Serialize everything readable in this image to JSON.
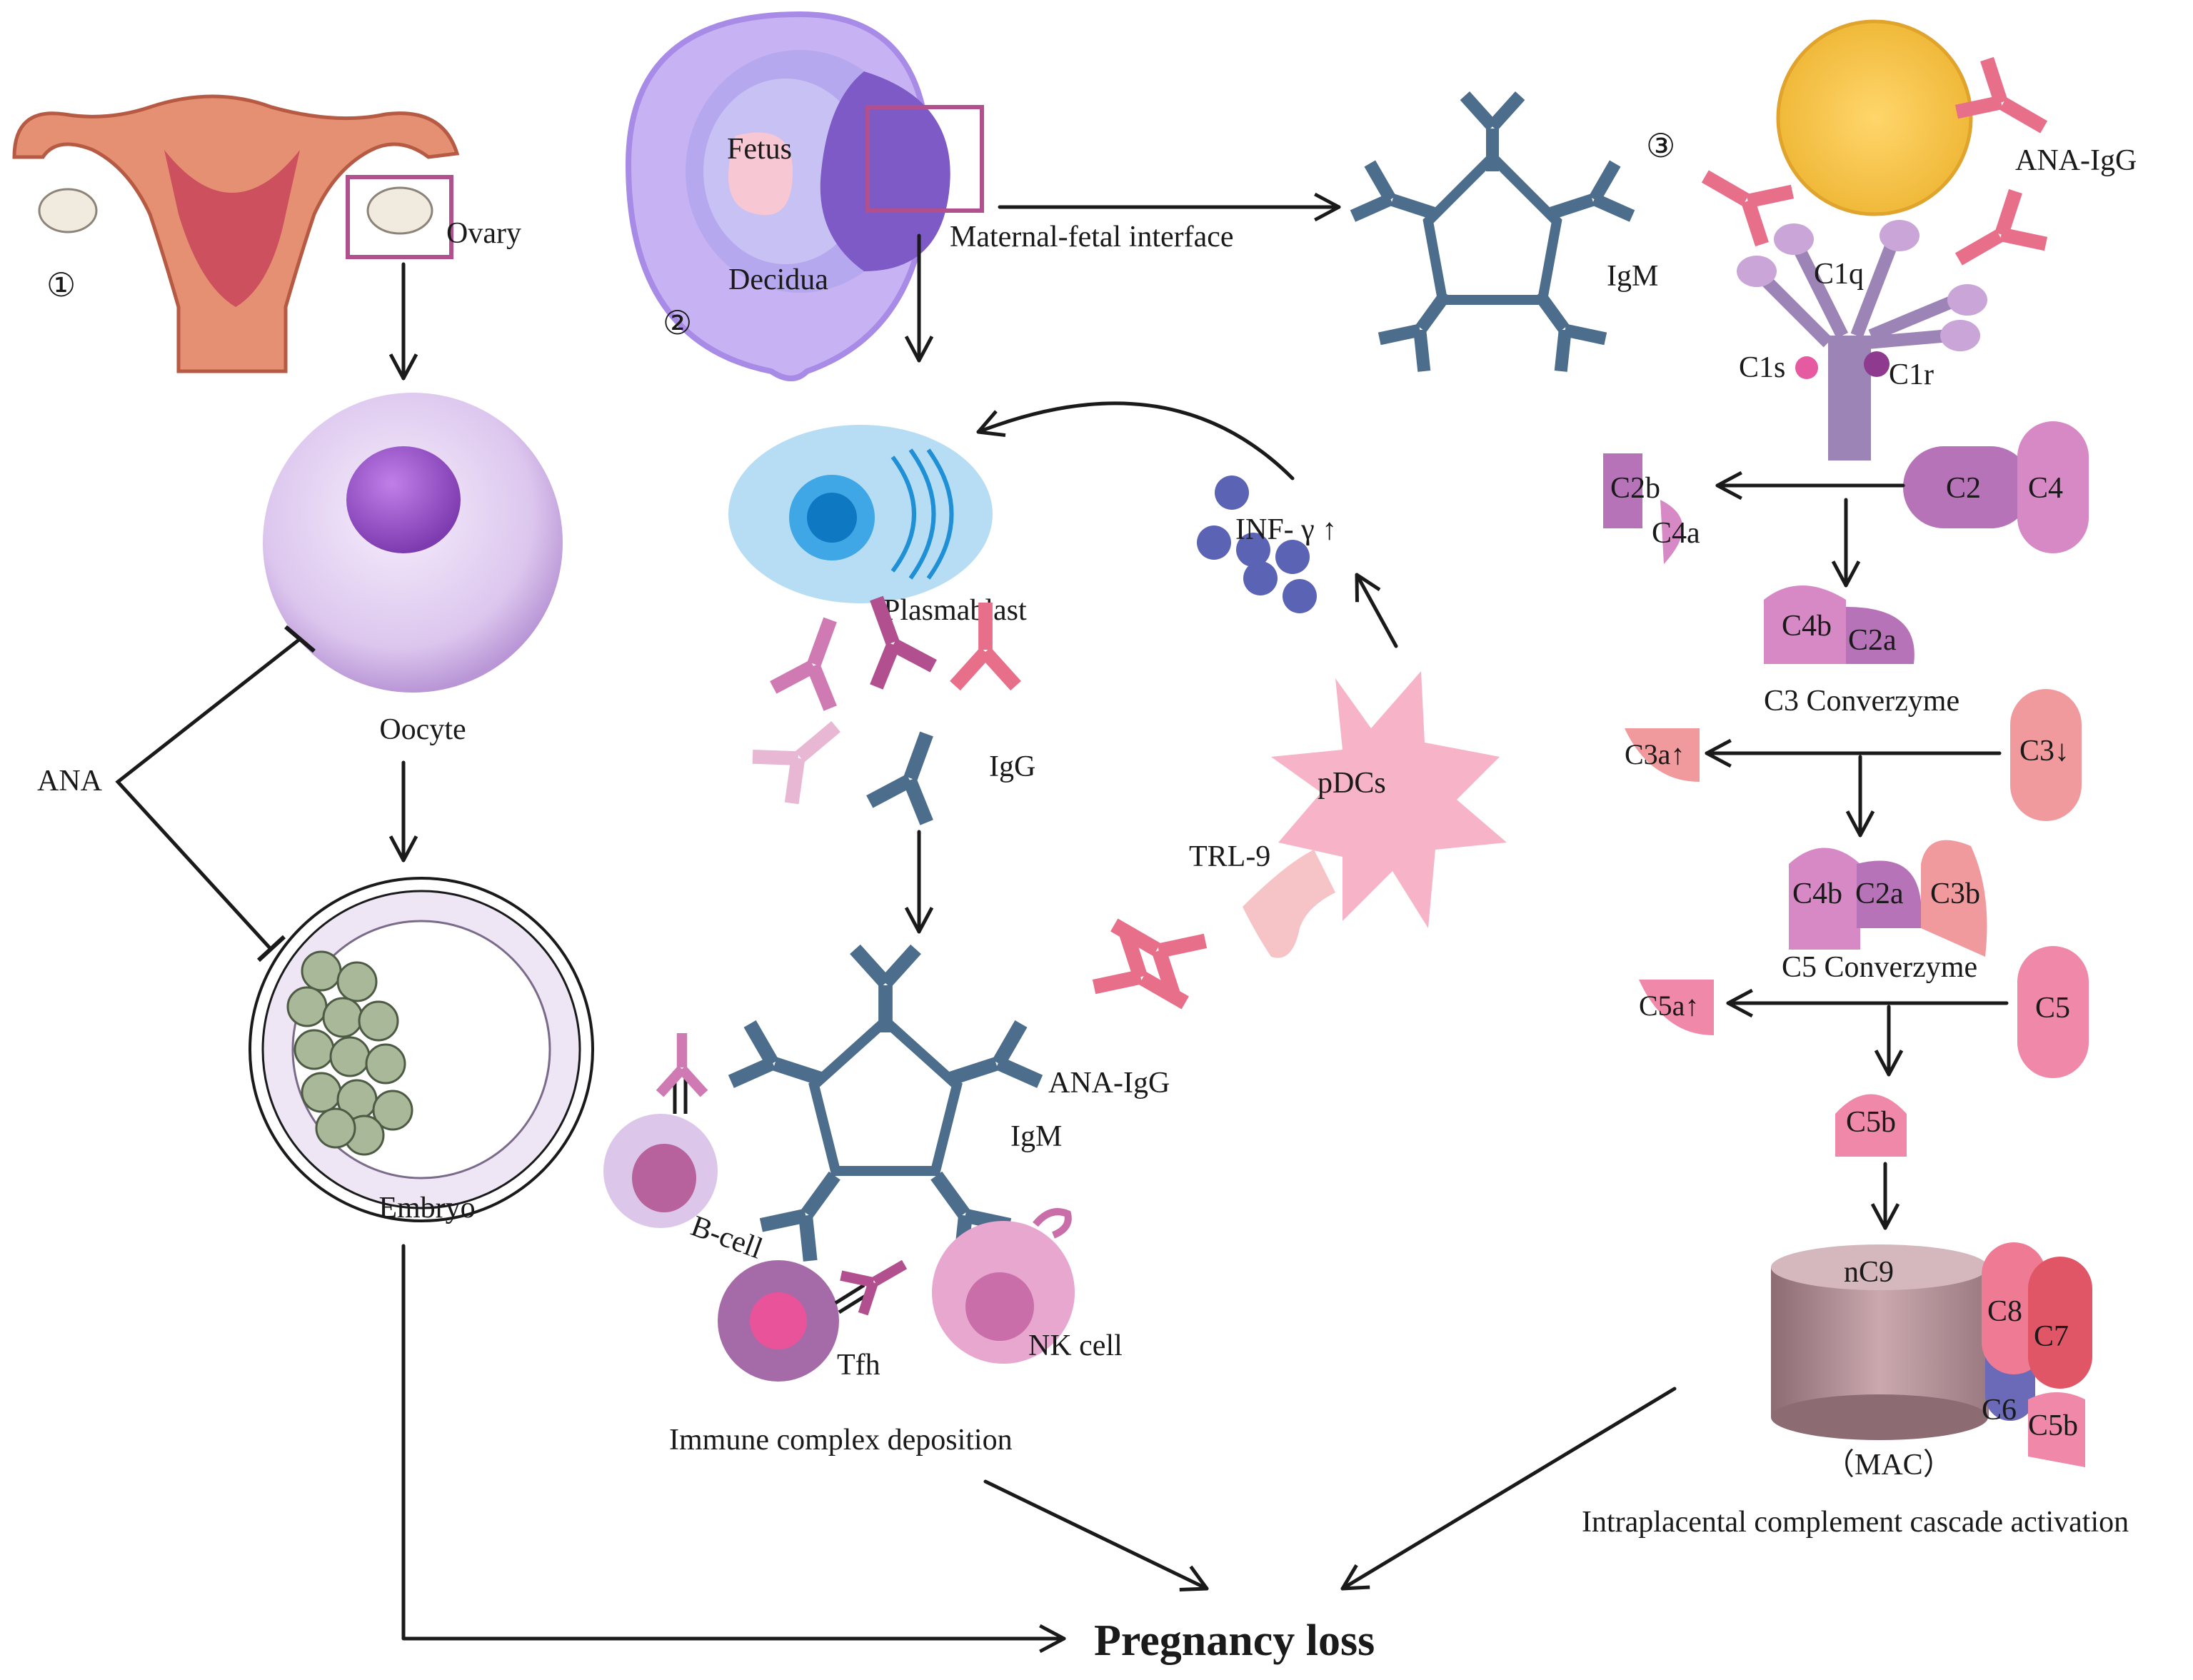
{
  "panels": {
    "p1": {
      "marker": "①",
      "ovary": "Ovary",
      "oocyte": "Oocyte",
      "ana": "ANA",
      "embryo": "Embryo"
    },
    "p2": {
      "marker": "②",
      "fetus": "Fetus",
      "decidua": "Decidua",
      "interface": "Maternal-fetal interface",
      "plasmablast": "Plasmablast",
      "igg": "IgG",
      "igm": "IgM",
      "ana_igg": "ANA-IgG",
      "b_cell": "B-cell",
      "tfh": "Tfh",
      "nk_cell": "NK cell",
      "trl9": "TRL-9",
      "pdcs": "pDCs",
      "inf": "INF- γ ↑",
      "igm_top": "IgM",
      "deposition": "Immune complex deposition"
    },
    "p3": {
      "marker": "③",
      "ana_igg": "ANA-IgG",
      "c1q": "C1q",
      "c1s": "C1s",
      "c1r": "C1r",
      "c2": "C2",
      "c4": "C4",
      "c2b": "C2b",
      "c4a": "C4a",
      "c4b_1": "C4b",
      "c2a_1": "C2a",
      "c3_conv": "C3 Converzyme",
      "c3a": "C3a↑",
      "c3": "C3↓",
      "c4b_2": "C4b",
      "c2a_2": "C2a",
      "c3b": "C3b",
      "c5_conv": "C5 Converzyme",
      "c5a": "C5a↑",
      "c5": "C5",
      "c5b_1": "C5b",
      "nc9": "nC9",
      "c8": "C8",
      "c7": "C7",
      "c6": "C6",
      "c5b_2": "C5b",
      "mac": "（MAC）",
      "cascade": "Intraplacental complement cascade activation"
    }
  },
  "outcome": "Pregnancy loss",
  "colors": {
    "uterus": "#e07a62",
    "oocyte": "#d9c2ec",
    "nucleus": "#9b59c9",
    "decidua": "#c9b6f2",
    "antibody_blue": "#4c6d8c",
    "antibody_pink": "#e86f8a",
    "complement_purple": "#b673b8",
    "complement_pink": "#e58aa7",
    "plasmablast": "#a9d6f2",
    "pdc": "#f7b3c8",
    "mac_cylinder": "#b8959b"
  }
}
